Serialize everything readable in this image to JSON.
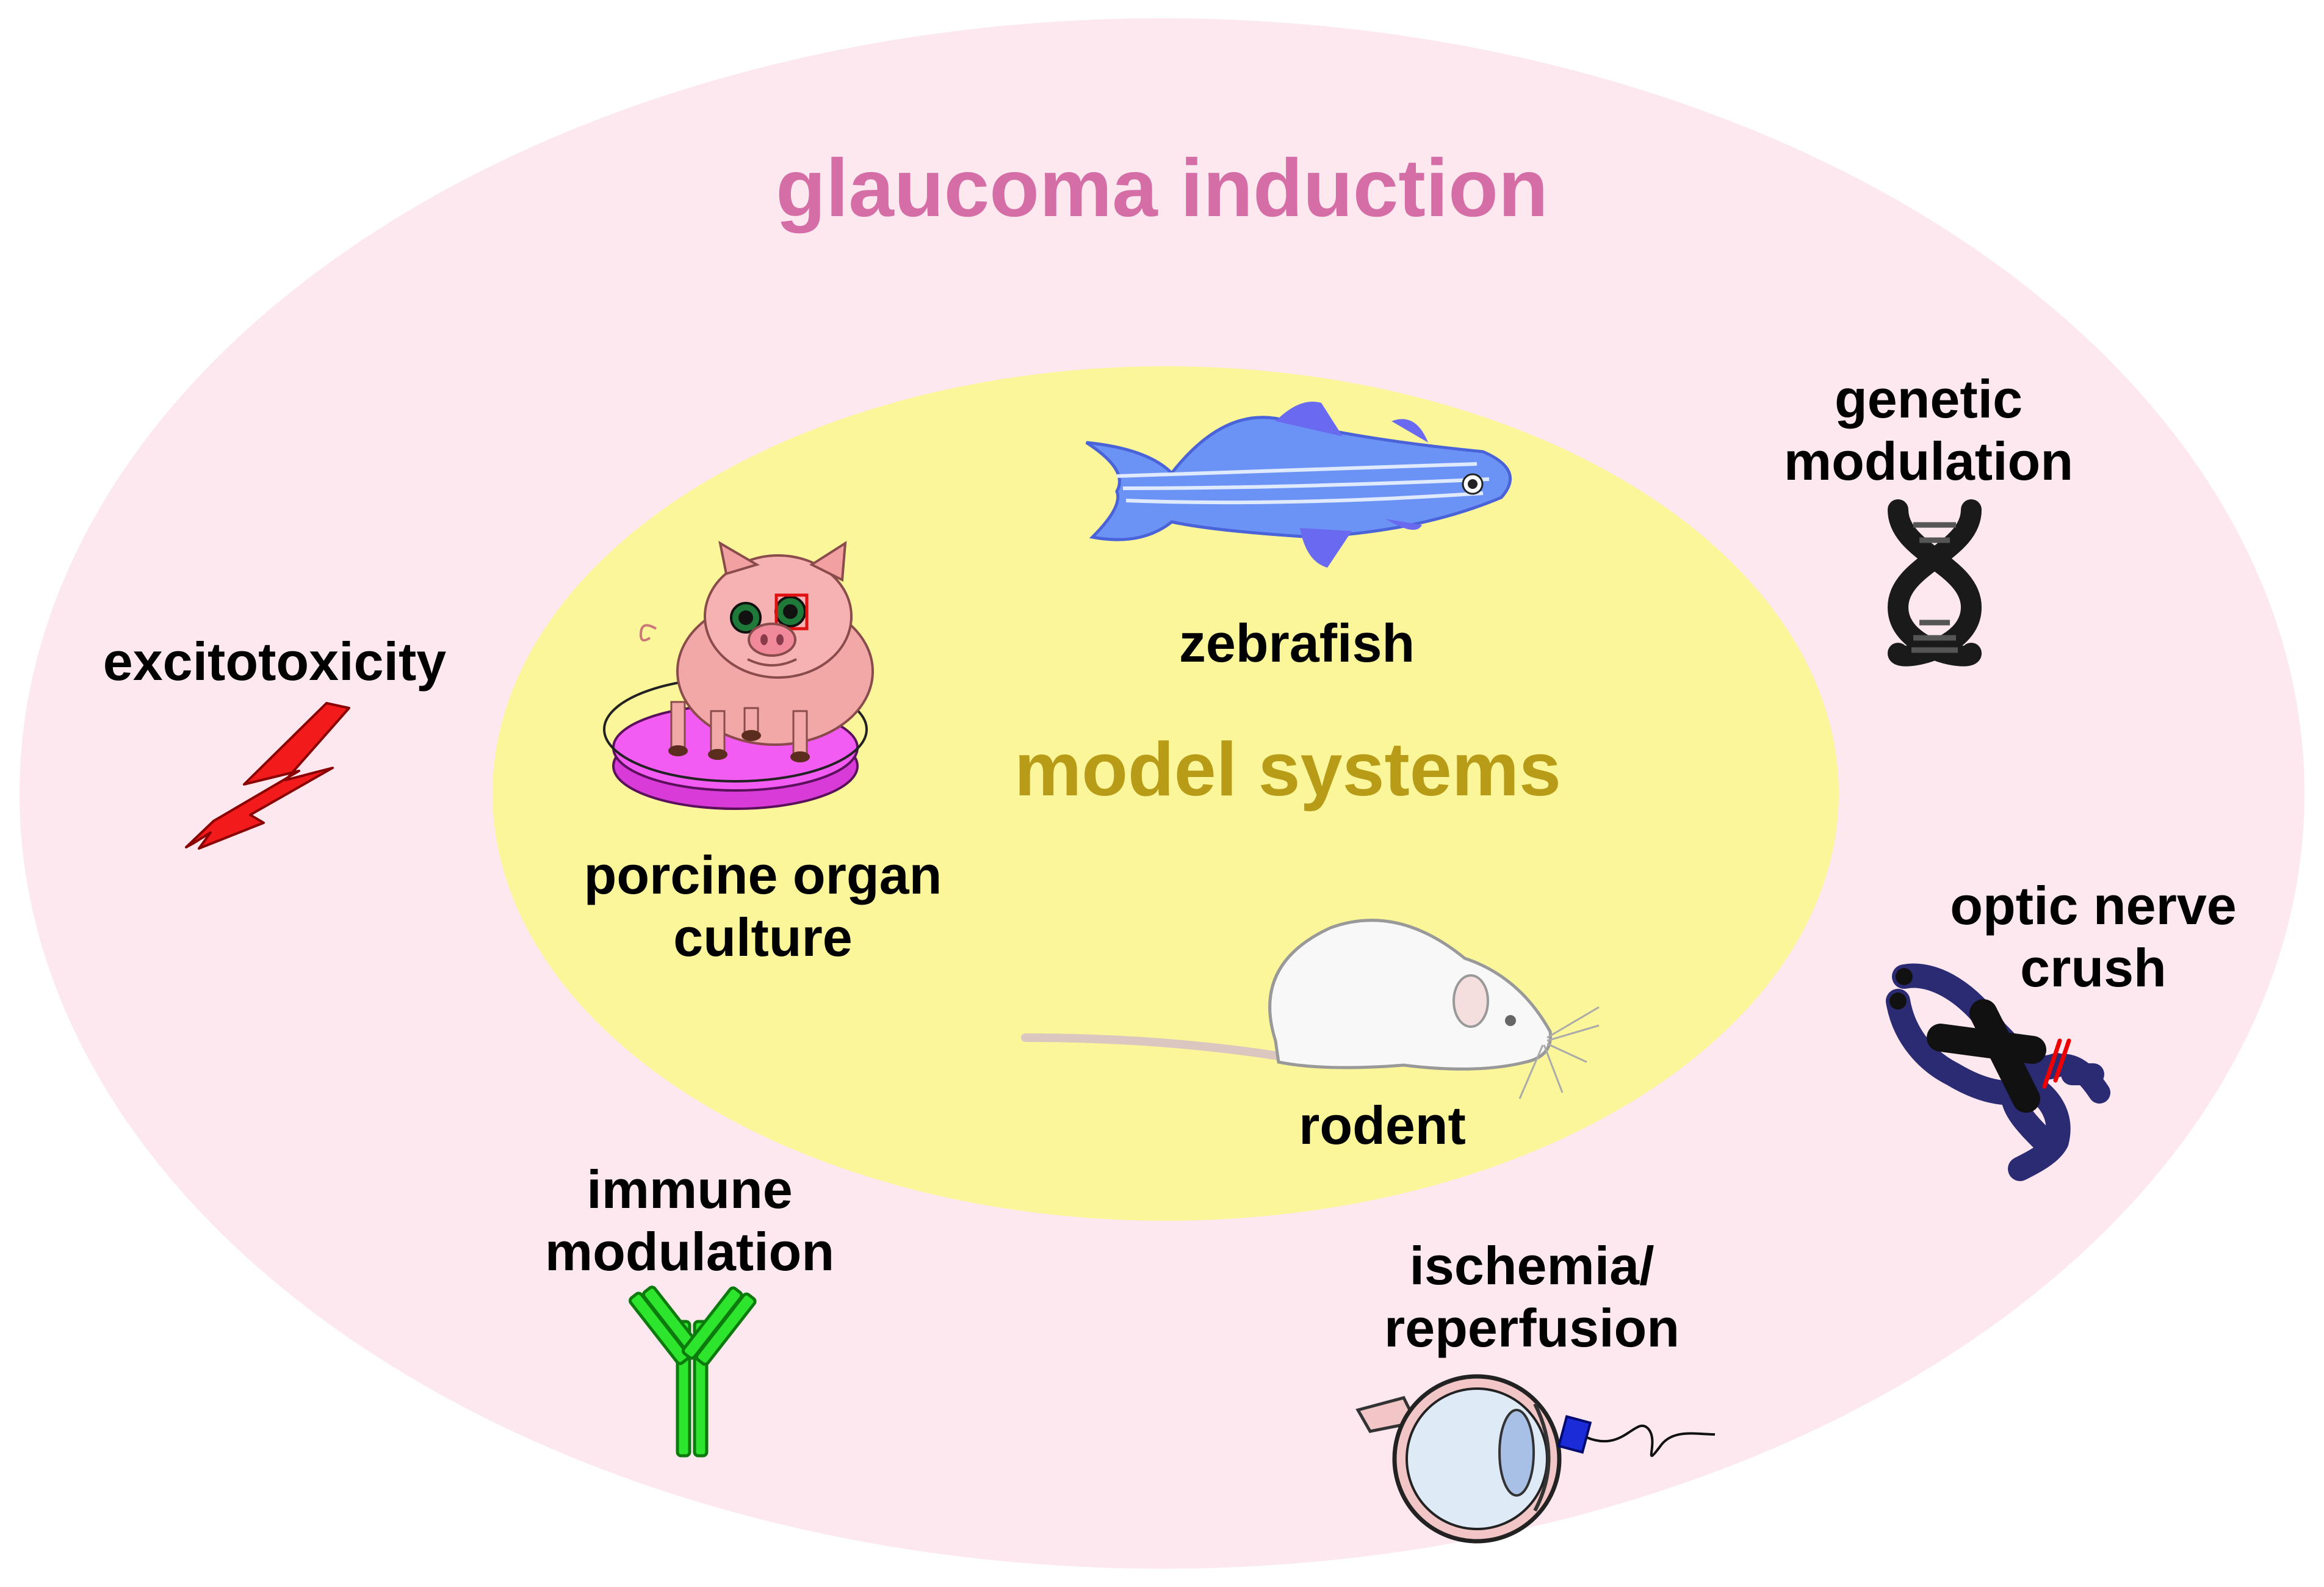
{
  "outer": {
    "title": "glaucoma induction",
    "color": "#d56ea6",
    "fill": "#fde8ef"
  },
  "inner": {
    "title": "model systems",
    "color": "#b89c18",
    "fill": "#fbf69a"
  },
  "models": {
    "zebrafish": "zebrafish",
    "porcine_line1": "porcine organ",
    "porcine_line2": "culture",
    "rodent": "rodent"
  },
  "methods": {
    "excitotoxicity": "excitotoxicity",
    "genetic_line1": "genetic",
    "genetic_line2": "modulation",
    "optic_line1": "optic nerve",
    "optic_line2": "crush",
    "immune_line1": "immune",
    "immune_line2": "modulation",
    "ischemia_line1": "ischemia/",
    "ischemia_line2": "reperfusion"
  },
  "icons": [
    "lightning-icon",
    "dna-icon",
    "forceps-icon",
    "antibody-icon",
    "eye-icon",
    "zebrafish-icon",
    "pig-icon",
    "rat-icon"
  ]
}
